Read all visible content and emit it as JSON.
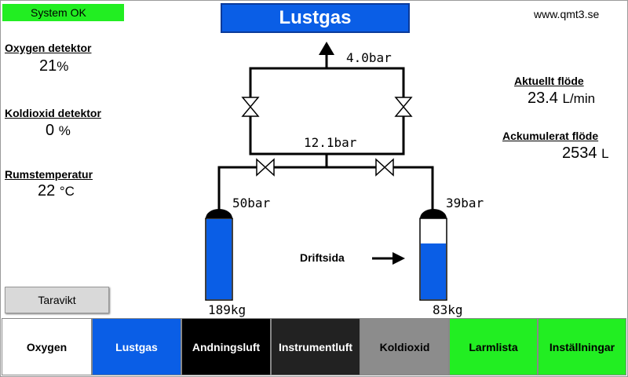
{
  "header": {
    "status_text": "System OK",
    "title": "Lustgas",
    "website": "www.qmt3.se"
  },
  "left_panel": {
    "oxygen_label": "Oxygen detektor",
    "oxygen_value": "21",
    "oxygen_unit": "%",
    "co2_label": "Koldioxid detektor",
    "co2_value": "0",
    "co2_unit": "%",
    "temp_label": "Rumstemperatur",
    "temp_value": "22",
    "temp_unit": "°C",
    "tare_button": "Taravikt"
  },
  "right_panel": {
    "flow_label": "Aktuellt flöde",
    "flow_value": "23.4",
    "flow_unit": "L/min",
    "acc_label": "Ackumulerat flöde",
    "acc_value": "2534",
    "acc_unit": "L"
  },
  "diagram": {
    "outlet_pressure": "4.0bar",
    "manifold_pressure": "12.1bar",
    "left_cylinder_pressure": "50bar",
    "right_cylinder_pressure": "39bar",
    "left_cylinder_weight": "189kg",
    "right_cylinder_weight": "83kg",
    "left_cylinder_fill": 1.0,
    "right_cylinder_fill": 0.7,
    "active_side_label": "Driftsida",
    "active_side": "right",
    "gas_color": "#0a5ee6"
  },
  "nav": [
    {
      "label": "Oxygen",
      "bg": "#ffffff",
      "fg": "#000000"
    },
    {
      "label": "Lustgas",
      "bg": "#0a5ee6",
      "fg": "#ffffff"
    },
    {
      "label": "Andningsluft",
      "bg": "#000000",
      "fg": "#ffffff"
    },
    {
      "label": "Instrumentluft",
      "bg": "#222222",
      "fg": "#ffffff"
    },
    {
      "label": "Koldioxid",
      "bg": "#8c8c8c",
      "fg": "#000000"
    },
    {
      "label": "Larmlista",
      "bg": "#22ee22",
      "fg": "#000000"
    },
    {
      "label": "Inställningar",
      "bg": "#22ee22",
      "fg": "#000000"
    }
  ]
}
